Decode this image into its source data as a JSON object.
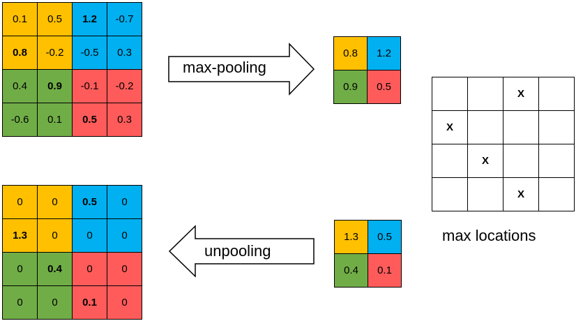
{
  "colors": {
    "yellow": "#FFC000",
    "blue": "#00B0F0",
    "green": "#70AD47",
    "red": "#FF5B5B"
  },
  "input_grid": {
    "rows": [
      [
        {
          "v": "0.1",
          "c": "yellow",
          "b": false
        },
        {
          "v": "0.5",
          "c": "yellow",
          "b": false
        },
        {
          "v": "1.2",
          "c": "blue",
          "b": true
        },
        {
          "v": "-0.7",
          "c": "blue",
          "b": false
        }
      ],
      [
        {
          "v": "0.8",
          "c": "yellow",
          "b": true
        },
        {
          "v": "-0.2",
          "c": "yellow",
          "b": false
        },
        {
          "v": "-0.5",
          "c": "blue",
          "b": false
        },
        {
          "v": "0.3",
          "c": "blue",
          "b": false
        }
      ],
      [
        {
          "v": "0.4",
          "c": "green",
          "b": false
        },
        {
          "v": "0.9",
          "c": "green",
          "b": true
        },
        {
          "v": "-0.1",
          "c": "red",
          "b": false
        },
        {
          "v": "-0.2",
          "c": "red",
          "b": false
        }
      ],
      [
        {
          "v": "-0.6",
          "c": "green",
          "b": false
        },
        {
          "v": "0.1",
          "c": "green",
          "b": false
        },
        {
          "v": "0.5",
          "c": "red",
          "b": true
        },
        {
          "v": "0.3",
          "c": "red",
          "b": false
        }
      ]
    ]
  },
  "pooled_grid": {
    "rows": [
      [
        {
          "v": "0.8",
          "c": "yellow",
          "b": false
        },
        {
          "v": "1.2",
          "c": "blue",
          "b": false
        }
      ],
      [
        {
          "v": "0.9",
          "c": "green",
          "b": false
        },
        {
          "v": "0.5",
          "c": "red",
          "b": false
        }
      ]
    ]
  },
  "unpool_input_grid": {
    "rows": [
      [
        {
          "v": "1.3",
          "c": "yellow",
          "b": false
        },
        {
          "v": "0.5",
          "c": "blue",
          "b": false
        }
      ],
      [
        {
          "v": "0.4",
          "c": "green",
          "b": false
        },
        {
          "v": "0.1",
          "c": "red",
          "b": false
        }
      ]
    ]
  },
  "output_grid": {
    "rows": [
      [
        {
          "v": "0",
          "c": "yellow",
          "b": false
        },
        {
          "v": "0",
          "c": "yellow",
          "b": false
        },
        {
          "v": "0.5",
          "c": "blue",
          "b": true
        },
        {
          "v": "0",
          "c": "blue",
          "b": false
        }
      ],
      [
        {
          "v": "1.3",
          "c": "yellow",
          "b": true
        },
        {
          "v": "0",
          "c": "yellow",
          "b": false
        },
        {
          "v": "0",
          "c": "blue",
          "b": false
        },
        {
          "v": "0",
          "c": "blue",
          "b": false
        }
      ],
      [
        {
          "v": "0",
          "c": "green",
          "b": false
        },
        {
          "v": "0.4",
          "c": "green",
          "b": true
        },
        {
          "v": "0",
          "c": "red",
          "b": false
        },
        {
          "v": "0",
          "c": "red",
          "b": false
        }
      ],
      [
        {
          "v": "0",
          "c": "green",
          "b": false
        },
        {
          "v": "0",
          "c": "green",
          "b": false
        },
        {
          "v": "0.1",
          "c": "red",
          "b": true
        },
        {
          "v": "0",
          "c": "red",
          "b": false
        }
      ]
    ]
  },
  "locations_grid": {
    "rows": [
      [
        "",
        "",
        "X",
        ""
      ],
      [
        "X",
        "",
        "",
        ""
      ],
      [
        "",
        "X",
        "",
        ""
      ],
      [
        "",
        "",
        "X",
        ""
      ]
    ]
  },
  "labels": {
    "max_pooling": "max-pooling",
    "unpooling": "unpooling",
    "max_locations": "max locations"
  }
}
